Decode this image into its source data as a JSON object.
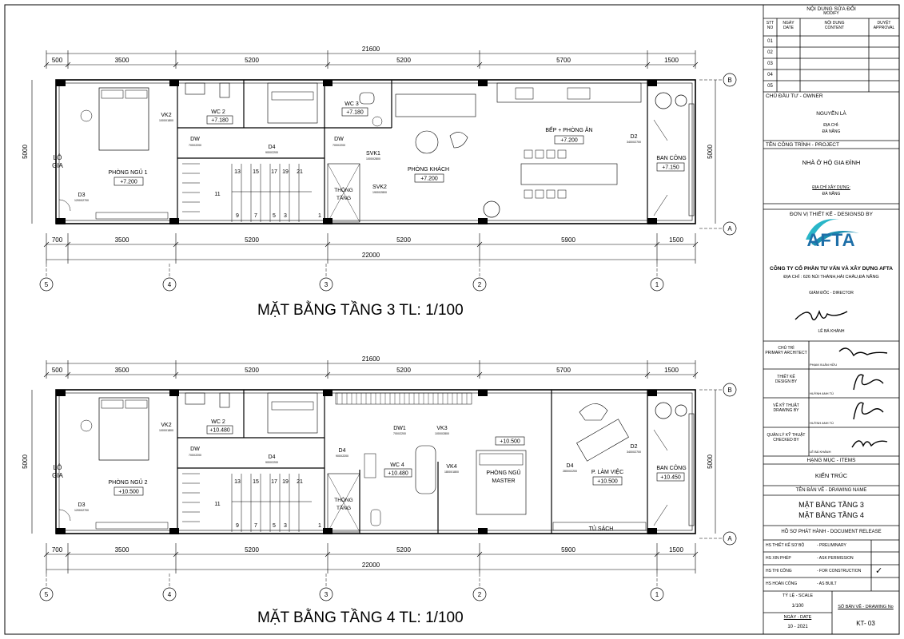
{
  "plan3": {
    "title": "MẶT BẰNG TẦNG 3 TL: 1/100",
    "dim_top_total": "21600",
    "dim_top": [
      "500",
      "3500",
      "5200",
      "5200",
      "5700",
      "1500"
    ],
    "dim_bottom": [
      "700",
      "3500",
      "5200",
      "5200",
      "5900",
      "1500"
    ],
    "dim_bottom_total": "22000",
    "dim_side": "5000",
    "axes_cols": [
      "5",
      "4",
      "3",
      "2",
      "1"
    ],
    "axes_rows": [
      "B",
      "A"
    ],
    "rooms": {
      "lo_gia": [
        "LÔ",
        "GIA"
      ],
      "phong_ngu": "PHÒNG NGỦ 1",
      "phong_ngu_lvl": "+7.200",
      "vk2": "VK2",
      "vk2_size": "1000X1800",
      "dw1": "DW",
      "dw1_size": "700X2200",
      "d4": "D4",
      "d4_size": "900X2200",
      "d3": "D3",
      "d3_size": "1200X2700",
      "wc2": "WC 2",
      "wc2_lvl": "+7.180",
      "wc3": "WC 3",
      "wc3_lvl": "+7.180",
      "dw2": "DW",
      "dw2_size": "700X2200",
      "stair_nums": [
        "13",
        "15",
        "17",
        "19",
        "21",
        "11",
        "9",
        "7",
        "5",
        "3",
        "1"
      ],
      "thong_tang": [
        "THÔNG",
        "TẦNG"
      ],
      "svk1": "SVK1",
      "svk1_size": "1000X2800",
      "svk2": "SVK2",
      "svk2_size": "1900X2800",
      "phong_khach": "PHÒNG KHÁCH",
      "phong_khach_lvl": "+7.200",
      "bep": "BẾP + PHÒNG ĂN",
      "bep_lvl": "+7.200",
      "d2": "D2",
      "d2_size": "3400X2700",
      "ban_cong": "BAN CÔNG",
      "ban_cong_lvl": "+7.150"
    }
  },
  "plan4": {
    "title": "MẶT BẰNG TẦNG 4 TL: 1/100",
    "dim_top_total": "21600",
    "dim_top": [
      "500",
      "3500",
      "5200",
      "5200",
      "5700",
      "1500"
    ],
    "dim_bottom": [
      "700",
      "3500",
      "5200",
      "5200",
      "5900",
      "1500"
    ],
    "dim_bottom_total": "22000",
    "dim_side": "5000",
    "axes_cols": [
      "5",
      "4",
      "3",
      "2",
      "1"
    ],
    "axes_rows": [
      "B",
      "A"
    ],
    "rooms": {
      "lo_gia": [
        "LÔ",
        "GIA"
      ],
      "phong_ngu": "PHÒNG NGỦ 2",
      "phong_ngu_lvl": "+10.500",
      "vk2": "VK2",
      "vk2_size": "1000X1800",
      "dw1": "DW",
      "dw1_size": "700X2200",
      "d4": "D4",
      "d4_size": "900X2200",
      "d3": "D3",
      "d3_size": "1200X2700",
      "wc2": "WC 2",
      "wc2_lvl": "+10.480",
      "d4b": "D4",
      "d4b_size": "900X2200",
      "stair_nums": [
        "13",
        "15",
        "17",
        "19",
        "21",
        "11",
        "9",
        "7",
        "5",
        "3",
        "1"
      ],
      "thong_tang": [
        "THÔNG",
        "TẦNG"
      ],
      "dw1b": "DW1",
      "dw1b_size": "700X2200",
      "vk3": "VK3",
      "vk3_size": "1000X2800",
      "wc4": "WC 4",
      "wc4_lvl": "+10.480",
      "vk4": "VK4",
      "vk4_size": "1800X1800",
      "master_lvl": "+10.500",
      "master": [
        "PHÒNG NGỦ",
        "MASTER"
      ],
      "d4c": "D4",
      "d4c_size": "2800X2200",
      "lam_viec": "P. LÀM VIỆC",
      "lam_viec_lvl": "+10.500",
      "tu_sach": "TỦ SÁCH",
      "d2": "D2",
      "d2_size": "3400X2700",
      "ban_cong": "BAN CÔNG",
      "ban_cong_lvl": "+10.450"
    }
  },
  "title_block": {
    "modify_title": "NỘI DUNG SỬA ĐỔI",
    "modify_sub": "MODIFY",
    "col_stt": [
      "STT",
      "NO"
    ],
    "col_date": [
      "NGÀY",
      "DATE"
    ],
    "col_content": [
      "NỘI DUNG",
      "CONTENT"
    ],
    "col_approval": [
      "DUYỆT",
      "APPROVAL"
    ],
    "rows": [
      "01",
      "02",
      "03",
      "04",
      "05"
    ],
    "owner_label": "CHỦ ĐẦU TƯ - OWNER",
    "owner_name": "NGUYỄN LÀ",
    "owner_addr_label": "ĐỊA CHỈ:",
    "owner_addr": "ĐÀ NẴNG",
    "project_label": "TÊN CÔNG TRÌNH - PROJECT",
    "project_name": "NHÀ Ở HỘ GIA ĐÌNH",
    "site_label": "ĐỊA CHỈ XÂY DỰNG:",
    "site": "ĐÀ NẴNG",
    "designer_label": "ĐƠN VỊ THIẾT KẾ - DESIGNSD BY",
    "logo": "AFTA",
    "company": "CÔNG TY CỔ PHẦN TƯ VẤN VÀ XÂY DỰNG AFTA",
    "company_addr": "ĐỊA CHỈ : 626 NÚI THÀNH,HẢI CHÂU,ĐÀ NẴNG",
    "director_label": "GIÁM ĐỐC - DIRECTOR",
    "director_name": "LÊ BÁ KHÁNH",
    "architect_label": [
      "CHỦ TRÌ",
      "PRIMARY ARCHITECT"
    ],
    "architect_name": "PHẠM XUÂN HỮU",
    "design_label": [
      "THIẾT KẾ",
      "DESIGN BY"
    ],
    "design_name": "HUỲNH ANH TÚ",
    "drawing_label": [
      "VẼ KỸ THUẬT",
      "DRAWING BY"
    ],
    "drawing_name": "HUỲNH ANH TÚ",
    "check_label": [
      "QUẢN LÝ KỸ THUẬT",
      "CHECKED BY"
    ],
    "check_name": "LÊ BÁ KHÁNH",
    "items_label": "HẠNG MỤC - ITEMS",
    "items": "KIẾN TRÚC",
    "drawing_name_label": "TÊN BẢN VẼ - DRAWING NAME",
    "drawing_title_1": "MẶT BẰNG TẦNG 3",
    "drawing_title_2": "MẶT BẰNG TẦNG 4",
    "release_label": "HỒ SƠ PHÁT HÀNH - DOCUMENT RELEASE",
    "release_rows": [
      {
        "vn": "HS THIẾT KẾ SƠ BỘ",
        "en": "- PRELIMINARY",
        "check": ""
      },
      {
        "vn": "HS XIN PHÉP",
        "en": "- ASK PERMISSION",
        "check": ""
      },
      {
        "vn": "HS THI CÔNG",
        "en": "- FOR CONSTRUCTION",
        "check": "✓"
      },
      {
        "vn": "HS HOÀN CÔNG",
        "en": "- AS BUILT",
        "check": ""
      }
    ],
    "scale_label": [
      "TỶ LỆ - SCALE"
    ],
    "scale": "1/100",
    "drawing_no_label": "SỐ BẢN VẼ - DRAWING No",
    "date_label": "NGÀY - DATE",
    "date": "10 - 2021",
    "drawing_no": "KT- 03"
  }
}
